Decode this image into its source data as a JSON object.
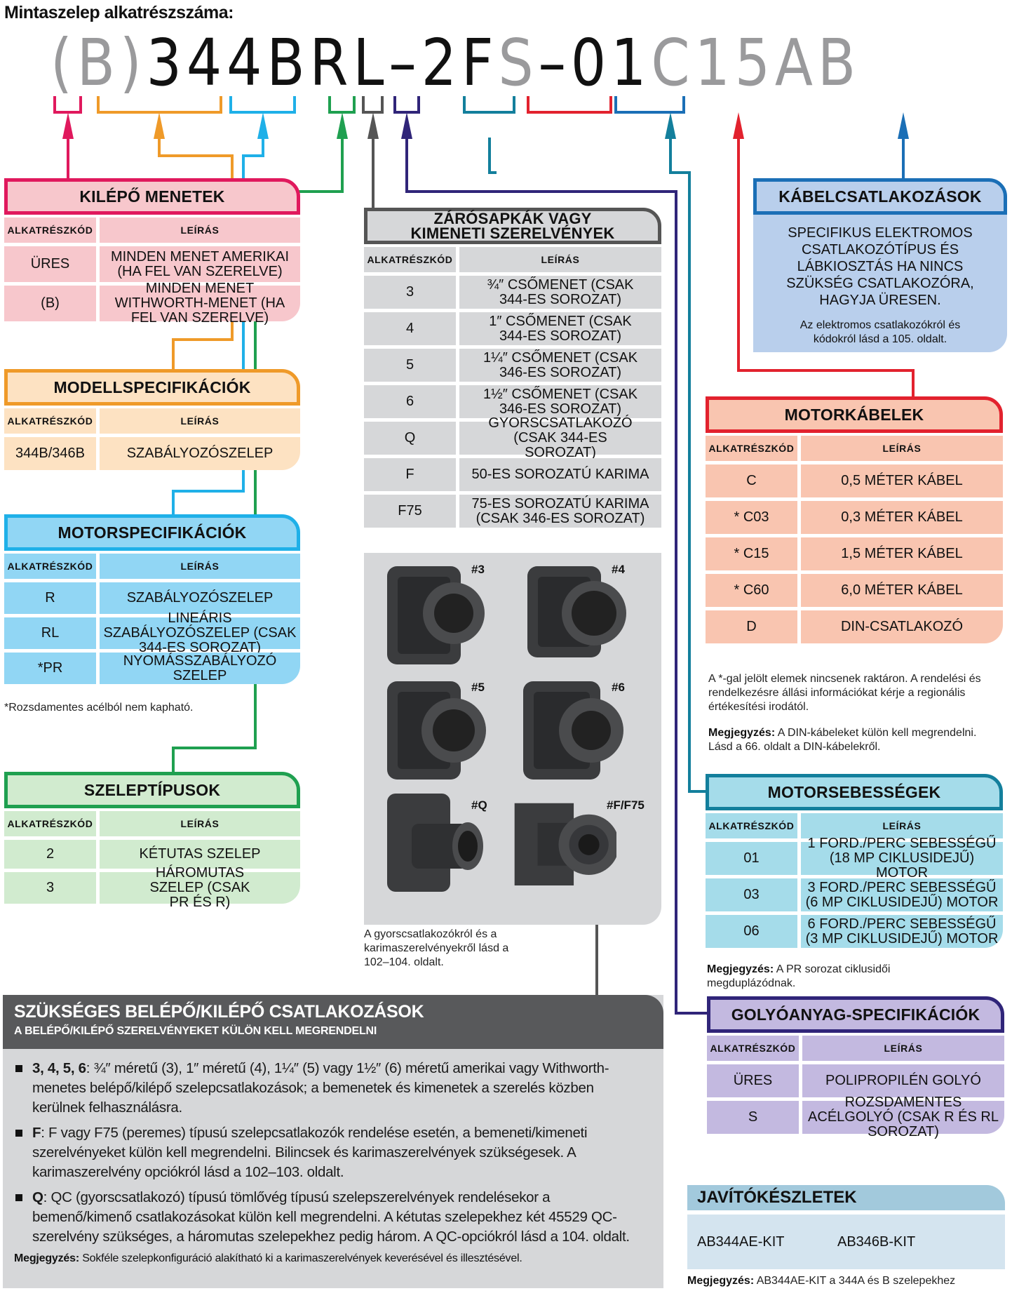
{
  "title": "Mintaszelep alkatrészszáma:",
  "part_number": {
    "segments": [
      {
        "text": "(B)",
        "tone": "gray"
      },
      {
        "text": "344B",
        "tone": "black"
      },
      {
        "text": "RL",
        "tone": "black"
      },
      {
        "text": "–",
        "tone": "black"
      },
      {
        "text": "2",
        "tone": "black"
      },
      {
        "text": "F",
        "tone": "black"
      },
      {
        "text": "S",
        "tone": "gray"
      },
      {
        "text": "–",
        "tone": "black"
      },
      {
        "text": "01",
        "tone": "black"
      },
      {
        "text": "C15",
        "tone": "gray"
      },
      {
        "text": "AB",
        "tone": "gray"
      }
    ]
  },
  "colors": {
    "outlet_threads": "#e0195d",
    "model": "#ef9a29",
    "motor_spec": "#1fb0e8",
    "valve_types": "#1fa050",
    "end_caps": "#555555",
    "ball_material": "#302579",
    "motor_speeds": "#137f9c",
    "motor_cables": "#e2222e",
    "cable_connectors": "#1b6fb6"
  },
  "col_headers": {
    "code": "ALKATRÉSZKÓD",
    "desc": "LEÍRÁS"
  },
  "outlet_threads": {
    "title": "KILÉPŐ MENETEK",
    "rows": [
      {
        "code": "ÜRES",
        "desc": "MINDEN MENET AMERIKAI (HA FEL VAN SZERELVE)"
      },
      {
        "code": "(B)",
        "desc": "MINDEN MENET WITHWORTH-MENET (HA FEL VAN SZERELVE)"
      }
    ]
  },
  "model_spec": {
    "title": "MODELLSPECIFIKÁCIÓK",
    "rows": [
      {
        "code": "344B/346B",
        "desc": "SZABÁLYOZÓSZELEP"
      }
    ]
  },
  "motor_spec": {
    "title": "MOTORSPECIFIKÁCIÓK",
    "rows": [
      {
        "code": "R",
        "desc": "SZABÁLYOZÓSZELEP"
      },
      {
        "code": "RL",
        "desc": "LINEÁRIS SZABÁLYOZÓSZELEP (CSAK 344-ES SOROZAT)"
      },
      {
        "code": "*PR",
        "desc": "NYOMÁSSZABÁLYOZÓ SZELEP"
      }
    ],
    "note": "*Rozsdamentes acélból nem kapható."
  },
  "valve_types": {
    "title": "SZELEPTÍPUSOK",
    "rows": [
      {
        "code": "2",
        "desc": "KÉTUTAS SZELEP"
      },
      {
        "code": "3",
        "desc": "HÁROMUTAS SZELEP (CSAK PR ÉS R)"
      }
    ]
  },
  "end_caps": {
    "title": "ZÁRÓSAPKÁK VAGY KIMENETI SZERELVÉNYEK",
    "rows": [
      {
        "code": "3",
        "desc": "¾″ CSŐMENET (CSAK 344-ES SOROZAT)"
      },
      {
        "code": "4",
        "desc": "1″ CSŐMENET (CSAK 344-ES SOROZAT)"
      },
      {
        "code": "5",
        "desc": "1¼″ CSŐMENET (CSAK 346-ES SOROZAT)"
      },
      {
        "code": "6",
        "desc": "1½″ CSŐMENET (CSAK 346-ES SOROZAT)"
      },
      {
        "code": "Q",
        "desc": "GYORSCSATLAKOZÓ (CSAK 344-ES SOROZAT)"
      },
      {
        "code": "F",
        "desc": "50-ES SOROZATÚ KARIMA"
      },
      {
        "code": "F75",
        "desc": "75-ES SOROZATÚ KARIMA (CSAK 346-ES SOROZAT)"
      }
    ],
    "photo_labels": [
      "#3",
      "#4",
      "#5",
      "#6",
      "#Q",
      "#F/F75"
    ],
    "note": "A gyorscsatlakozókról és a karimaszerelvényekről lásd a 102–104. oldalt."
  },
  "cable_connectors": {
    "title": "KÁBELCSATLAKOZÁSOK",
    "body": "SPECIFIKUS ELEKTROMOS CSATLAKOZÓTÍPUS ÉS LÁBKIOSZTÁS HA NINCS SZÜKSÉG CSATLAKOZÓRA, HAGYJA ÜRESEN.",
    "sub": "Az elektromos csatlakozókról és kódokról lásd a 105. oldalt."
  },
  "motor_cables": {
    "title": "MOTORKÁBELEK",
    "rows": [
      {
        "code": "C",
        "desc": "0,5 MÉTER KÁBEL"
      },
      {
        "code": "* C03",
        "desc": "0,3 MÉTER KÁBEL"
      },
      {
        "code": "* C15",
        "desc": "1,5 MÉTER KÁBEL"
      },
      {
        "code": "* C60",
        "desc": "6,0 MÉTER KÁBEL"
      },
      {
        "code": "D",
        "desc": "DIN-CSATLAKOZÓ"
      }
    ],
    "note1": "A *-gal jelölt elemek nincsenek raktáron. A rendelési és rendelkezésre állási információkat kérje a regionális értékesítési irodától.",
    "note2_label": "Megjegyzés:",
    "note2": " A DIN-kábeleket külön kell megrendelni. Lásd a 66. oldalt a DIN-kábelekről."
  },
  "motor_speeds": {
    "title": "MOTORSEBESSÉGEK",
    "rows": [
      {
        "code": "01",
        "desc": "1 FORD./PERC SEBESSÉGŰ (18 MP CIKLUSIDEJŰ) MOTOR"
      },
      {
        "code": "03",
        "desc": "3 FORD./PERC SEBESSÉGŰ (6 MP CIKLUSIDEJŰ) MOTOR"
      },
      {
        "code": "06",
        "desc": "6 FORD./PERC SEBESSÉGŰ (3 MP CIKLUSIDEJŰ) MOTOR"
      }
    ],
    "note_label": "Megjegyzés:",
    "note": " A PR sorozat ciklusidői megduplázódnak."
  },
  "ball_material": {
    "title": "GOLYÓANYAG-SPECIFIKÁCIÓK",
    "rows": [
      {
        "code": "ÜRES",
        "desc": "POLIPROPILÉN GOLYÓ"
      },
      {
        "code": "S",
        "desc": "ROZSDAMENTES ACÉLGOLYÓ (CSAK R ÉS RL SOROZAT)"
      }
    ]
  },
  "repair_kits": {
    "title": "JAVÍTÓKÉSZLETEK",
    "items": [
      "AB344AE-KIT",
      "AB346B-KIT"
    ],
    "note_label": "Megjegyzés:",
    "note": " AB344AE-KIT a 344A és B szelepekhez"
  },
  "inlet": {
    "title": "SZÜKSÉGES BELÉPŐ/KILÉPŐ CSATLAKOZÁSOK",
    "subtitle": "A BELÉPŐ/KILÉPŐ SZERELVÉNYEKET KÜLÖN KELL MEGRENDELNI",
    "items": [
      {
        "lead": "3, 4, 5, 6",
        "text": ": ¾″ méretű (3), 1″ méretű (4), 1¼″ (5) vagy 1½″ (6) méretű amerikai vagy Withworth-menetes belépő/kilépő szelepcsatlakozások; a bemenetek és kimenetek a szerelés közben kerülnek felhasználásra."
      },
      {
        "lead": "F",
        "text": ": F vagy F75 (peremes) típusú szelepcsatlakozók rendelése esetén, a bemeneti/kimeneti szerelvényeket külön kell megrendelni. Bilincsek és karimaszerelvények szükségesek. A karimaszerelvény opciókról lásd a 102–103. oldalt."
      },
      {
        "lead": "Q",
        "text": ": QC (gyorscsatlakozó) típusú tömlővég típusú szelepszerelvények rendelésekor a bemenő/kimenő csatlakozásokat külön kell megrendelni. A kétutas szelepekhez két 45529 QC-szerelvény szükséges, a háromutas szelepekhez pedig három. A QC-opciókról lásd a 104. oldalt."
      }
    ],
    "note_label": "Megjegyzés:",
    "note": " Sokféle szelepkonfiguráció alakítható ki a karimaszerelvények keverésével és illesztésével."
  }
}
